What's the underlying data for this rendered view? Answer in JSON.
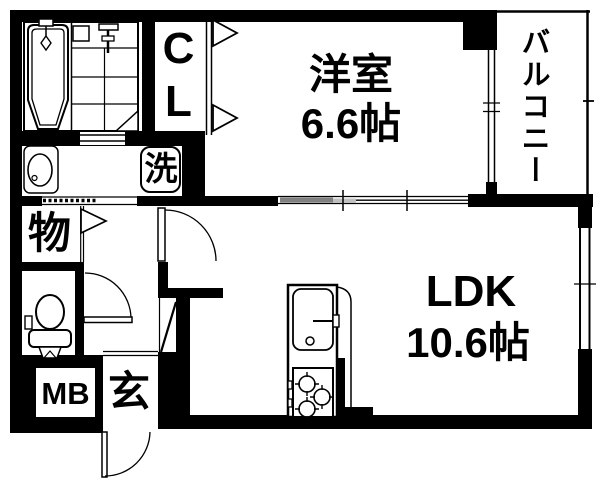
{
  "floor_plan": {
    "type": "japanese-apartment-floor-plan",
    "colors": {
      "wall": "#000000",
      "background": "#ffffff",
      "sliding_panel_dark": "#808080",
      "sliding_panel_light": "#c0c0c0"
    },
    "rooms": [
      {
        "id": "western-room",
        "label": "洋室",
        "size_label": "6.6帖"
      },
      {
        "id": "ldk",
        "label": "LDK",
        "size_label": "10.6帖"
      },
      {
        "id": "balcony",
        "label": "バルコニー"
      },
      {
        "id": "closet",
        "label": "CL"
      },
      {
        "id": "laundry-space",
        "label": "洗"
      },
      {
        "id": "storage",
        "label": "物"
      },
      {
        "id": "meter-box",
        "label": "MB"
      },
      {
        "id": "entrance",
        "label": "玄"
      }
    ],
    "fixtures": [
      "bathtub-icon",
      "shower-mixer-icon",
      "washbasin-icon",
      "toilet-icon",
      "kitchen-sink-icon",
      "gas-stove-icon",
      "door-swing-arc",
      "folding-door-triangle",
      "sliding-door",
      "window-double-line"
    ]
  }
}
